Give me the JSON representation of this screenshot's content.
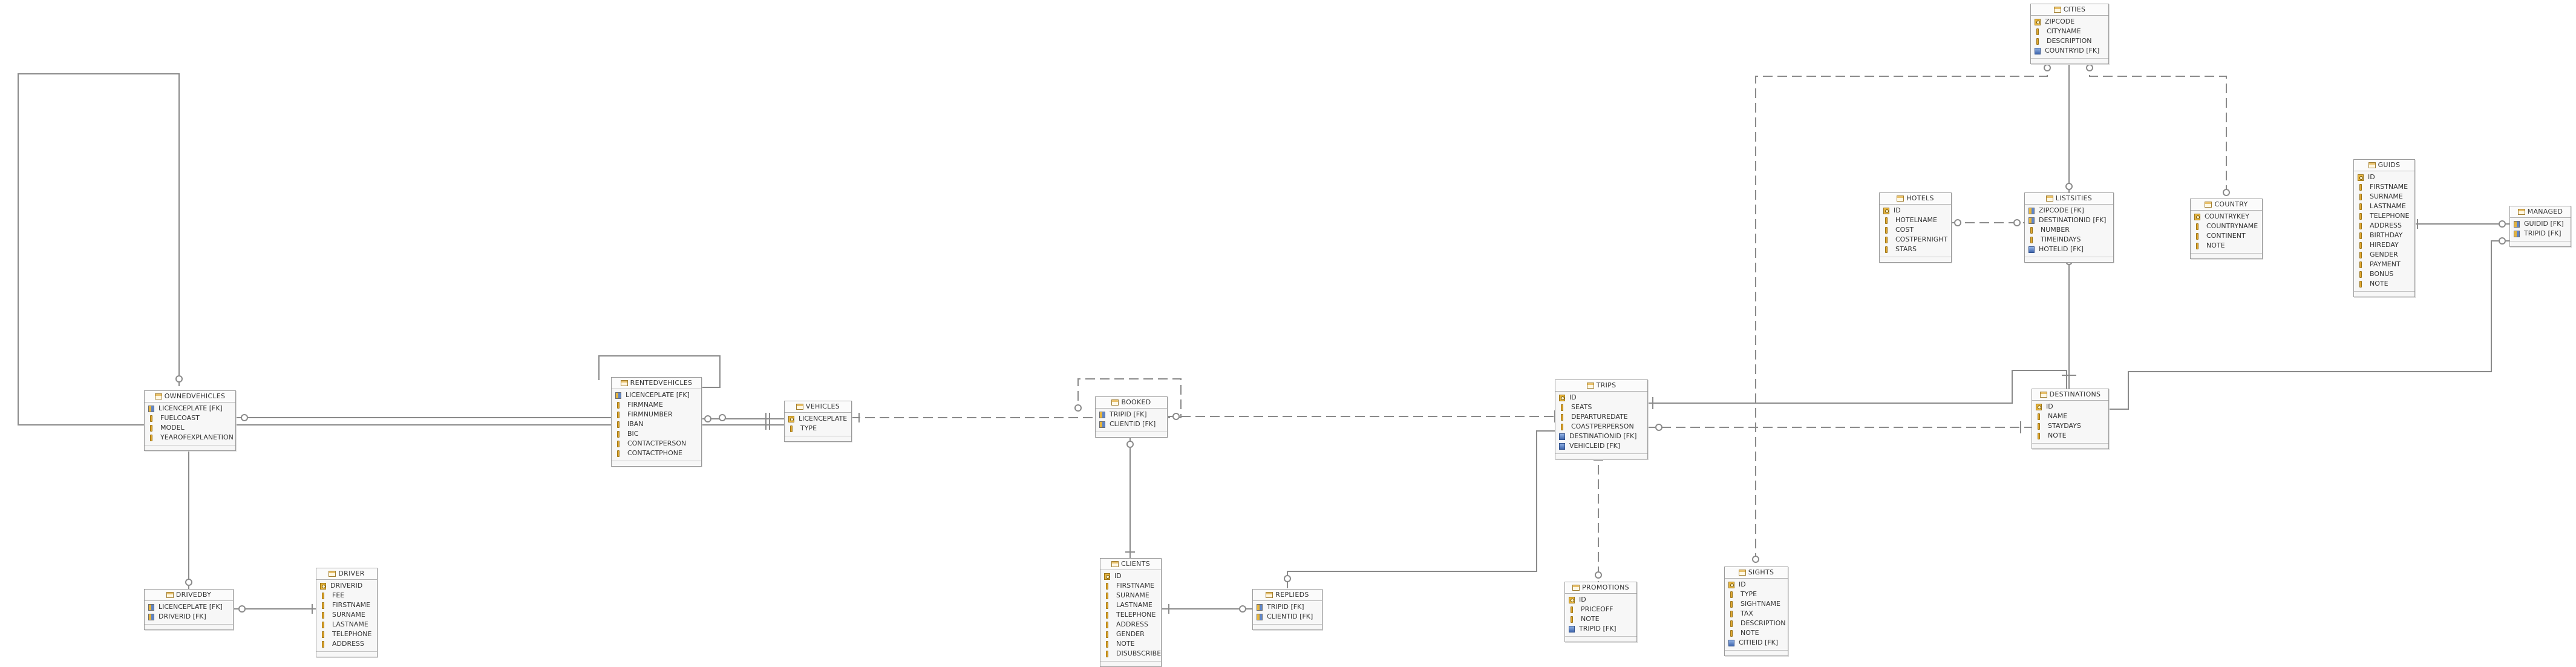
{
  "entities": [
    {
      "name": "OWNEDVEHICLES",
      "columns": [
        {
          "label": "LICENCEPLATE [FK]",
          "key": "pkfk"
        },
        {
          "label": "FUELCOAST",
          "key": "attr"
        },
        {
          "label": "MODEL",
          "key": "attr"
        },
        {
          "label": "YEAROFEXPLANETION",
          "key": "attr"
        }
      ]
    },
    {
      "name": "RENTEDVEHICLES",
      "columns": [
        {
          "label": "LICENCEPLATE [FK]",
          "key": "pkfk"
        },
        {
          "label": "FIRMNAME",
          "key": "attr"
        },
        {
          "label": "FIRMNUMBER",
          "key": "attr"
        },
        {
          "label": "IBAN",
          "key": "attr"
        },
        {
          "label": "BIC",
          "key": "attr"
        },
        {
          "label": "CONTACTPERSON",
          "key": "attr"
        },
        {
          "label": "CONTACTPHONE",
          "key": "attr"
        }
      ]
    },
    {
      "name": "VEHICLES",
      "columns": [
        {
          "label": "LICENCEPLATE",
          "key": "pk"
        },
        {
          "label": "TYPE",
          "key": "attr"
        }
      ]
    },
    {
      "name": "BOOKED",
      "columns": [
        {
          "label": "TRIPID [FK]",
          "key": "pkfk"
        },
        {
          "label": "CLIENTID [FK]",
          "key": "pkfk"
        }
      ]
    },
    {
      "name": "TRIPS",
      "columns": [
        {
          "label": "ID",
          "key": "pk"
        },
        {
          "label": "SEATS",
          "key": "attr"
        },
        {
          "label": "DEPARTUREDATE",
          "key": "attr"
        },
        {
          "label": "COASTPERPERSON",
          "key": "attr"
        },
        {
          "label": "DESTINATIONID [FK]",
          "key": "fk"
        },
        {
          "label": "VEHICLEID [FK]",
          "key": "fk"
        }
      ]
    },
    {
      "name": "DESTINATIONS",
      "columns": [
        {
          "label": "ID",
          "key": "pk"
        },
        {
          "label": "NAME",
          "key": "attr"
        },
        {
          "label": "STAYDAYS",
          "key": "attr"
        },
        {
          "label": "NOTE",
          "key": "attr"
        }
      ]
    },
    {
      "name": "CITIES",
      "columns": [
        {
          "label": "ZIPCODE",
          "key": "pk"
        },
        {
          "label": "CITYNAME",
          "key": "attr"
        },
        {
          "label": "DESCRIPTION",
          "key": "attr"
        },
        {
          "label": "COUNTRYID [FK]",
          "key": "fk"
        }
      ]
    },
    {
      "name": "HOTELS",
      "columns": [
        {
          "label": "ID",
          "key": "pk"
        },
        {
          "label": "HOTELNAME",
          "key": "attr"
        },
        {
          "label": "COST",
          "key": "attr"
        },
        {
          "label": "COSTPERNIGHT",
          "key": "attr"
        },
        {
          "label": "STARS",
          "key": "attr"
        }
      ]
    },
    {
      "name": "LISTSITIES",
      "columns": [
        {
          "label": "ZIPCODE [FK]",
          "key": "pkfk"
        },
        {
          "label": "DESTINATIONID [FK]",
          "key": "pkfk"
        },
        {
          "label": "NUMBER",
          "key": "attr"
        },
        {
          "label": "TIMEINDAYS",
          "key": "attr"
        },
        {
          "label": "HOTELID [FK]",
          "key": "fk"
        }
      ]
    },
    {
      "name": "COUNTRY",
      "columns": [
        {
          "label": "COUNTRYKEY",
          "key": "pk"
        },
        {
          "label": "COUNTRYNAME",
          "key": "attr"
        },
        {
          "label": "CONTINENT",
          "key": "attr"
        },
        {
          "label": "NOTE",
          "key": "attr"
        }
      ]
    },
    {
      "name": "GUIDS",
      "columns": [
        {
          "label": "ID",
          "key": "pk"
        },
        {
          "label": "FIRSTNAME",
          "key": "attr"
        },
        {
          "label": "SURNAME",
          "key": "attr"
        },
        {
          "label": "LASTNAME",
          "key": "attr"
        },
        {
          "label": "TELEPHONE",
          "key": "attr"
        },
        {
          "label": "ADDRESS",
          "key": "attr"
        },
        {
          "label": "BIRTHDAY",
          "key": "attr"
        },
        {
          "label": "HIREDAY",
          "key": "attr"
        },
        {
          "label": "GENDER",
          "key": "attr"
        },
        {
          "label": "PAYMENT",
          "key": "attr"
        },
        {
          "label": "BONUS",
          "key": "attr"
        },
        {
          "label": "NOTE",
          "key": "attr"
        }
      ]
    },
    {
      "name": "MANAGED",
      "columns": [
        {
          "label": "GUIDID [FK]",
          "key": "pkfk"
        },
        {
          "label": "TRIPID [FK]",
          "key": "pkfk"
        }
      ]
    },
    {
      "name": "DRIVEDBY",
      "columns": [
        {
          "label": "LICENCEPLATE [FK]",
          "key": "pkfk"
        },
        {
          "label": "DRIVERID [FK]",
          "key": "pkfk"
        }
      ]
    },
    {
      "name": "DRIVER",
      "columns": [
        {
          "label": "DRIVERID",
          "key": "pk"
        },
        {
          "label": "FEE",
          "key": "attr"
        },
        {
          "label": "FIRSTNAME",
          "key": "attr"
        },
        {
          "label": "SURNAME",
          "key": "attr"
        },
        {
          "label": "LASTNAME",
          "key": "attr"
        },
        {
          "label": "TELEPHONE",
          "key": "attr"
        },
        {
          "label": "ADDRESS",
          "key": "attr"
        }
      ]
    },
    {
      "name": "CLIENTS",
      "columns": [
        {
          "label": "ID",
          "key": "pk"
        },
        {
          "label": "FIRSTNAME",
          "key": "attr"
        },
        {
          "label": "SURNAME",
          "key": "attr"
        },
        {
          "label": "LASTNAME",
          "key": "attr"
        },
        {
          "label": "TELEPHONE",
          "key": "attr"
        },
        {
          "label": "ADDRESS",
          "key": "attr"
        },
        {
          "label": "GENDER",
          "key": "attr"
        },
        {
          "label": "NOTE",
          "key": "attr"
        },
        {
          "label": "DISUBSCRIBE",
          "key": "attr"
        }
      ]
    },
    {
      "name": "REPLIEDS",
      "columns": [
        {
          "label": "TRIPID [FK]",
          "key": "pkfk"
        },
        {
          "label": "CLIENTID [FK]",
          "key": "pkfk"
        }
      ]
    },
    {
      "name": "PROMOTIONS",
      "columns": [
        {
          "label": "ID",
          "key": "pk"
        },
        {
          "label": "PRICEOFF",
          "key": "attr"
        },
        {
          "label": "NOTE",
          "key": "attr"
        },
        {
          "label": "TRIPID [FK]",
          "key": "fk"
        }
      ]
    },
    {
      "name": "SIGHTS",
      "columns": [
        {
          "label": "ID",
          "key": "pk"
        },
        {
          "label": "TYPE",
          "key": "attr"
        },
        {
          "label": "SIGHTNAME",
          "key": "attr"
        },
        {
          "label": "TAX",
          "key": "attr"
        },
        {
          "label": "DESCRIPTION",
          "key": "attr"
        },
        {
          "label": "NOTE",
          "key": "attr"
        },
        {
          "label": "CITIEID [FK]",
          "key": "fk"
        }
      ]
    }
  ]
}
